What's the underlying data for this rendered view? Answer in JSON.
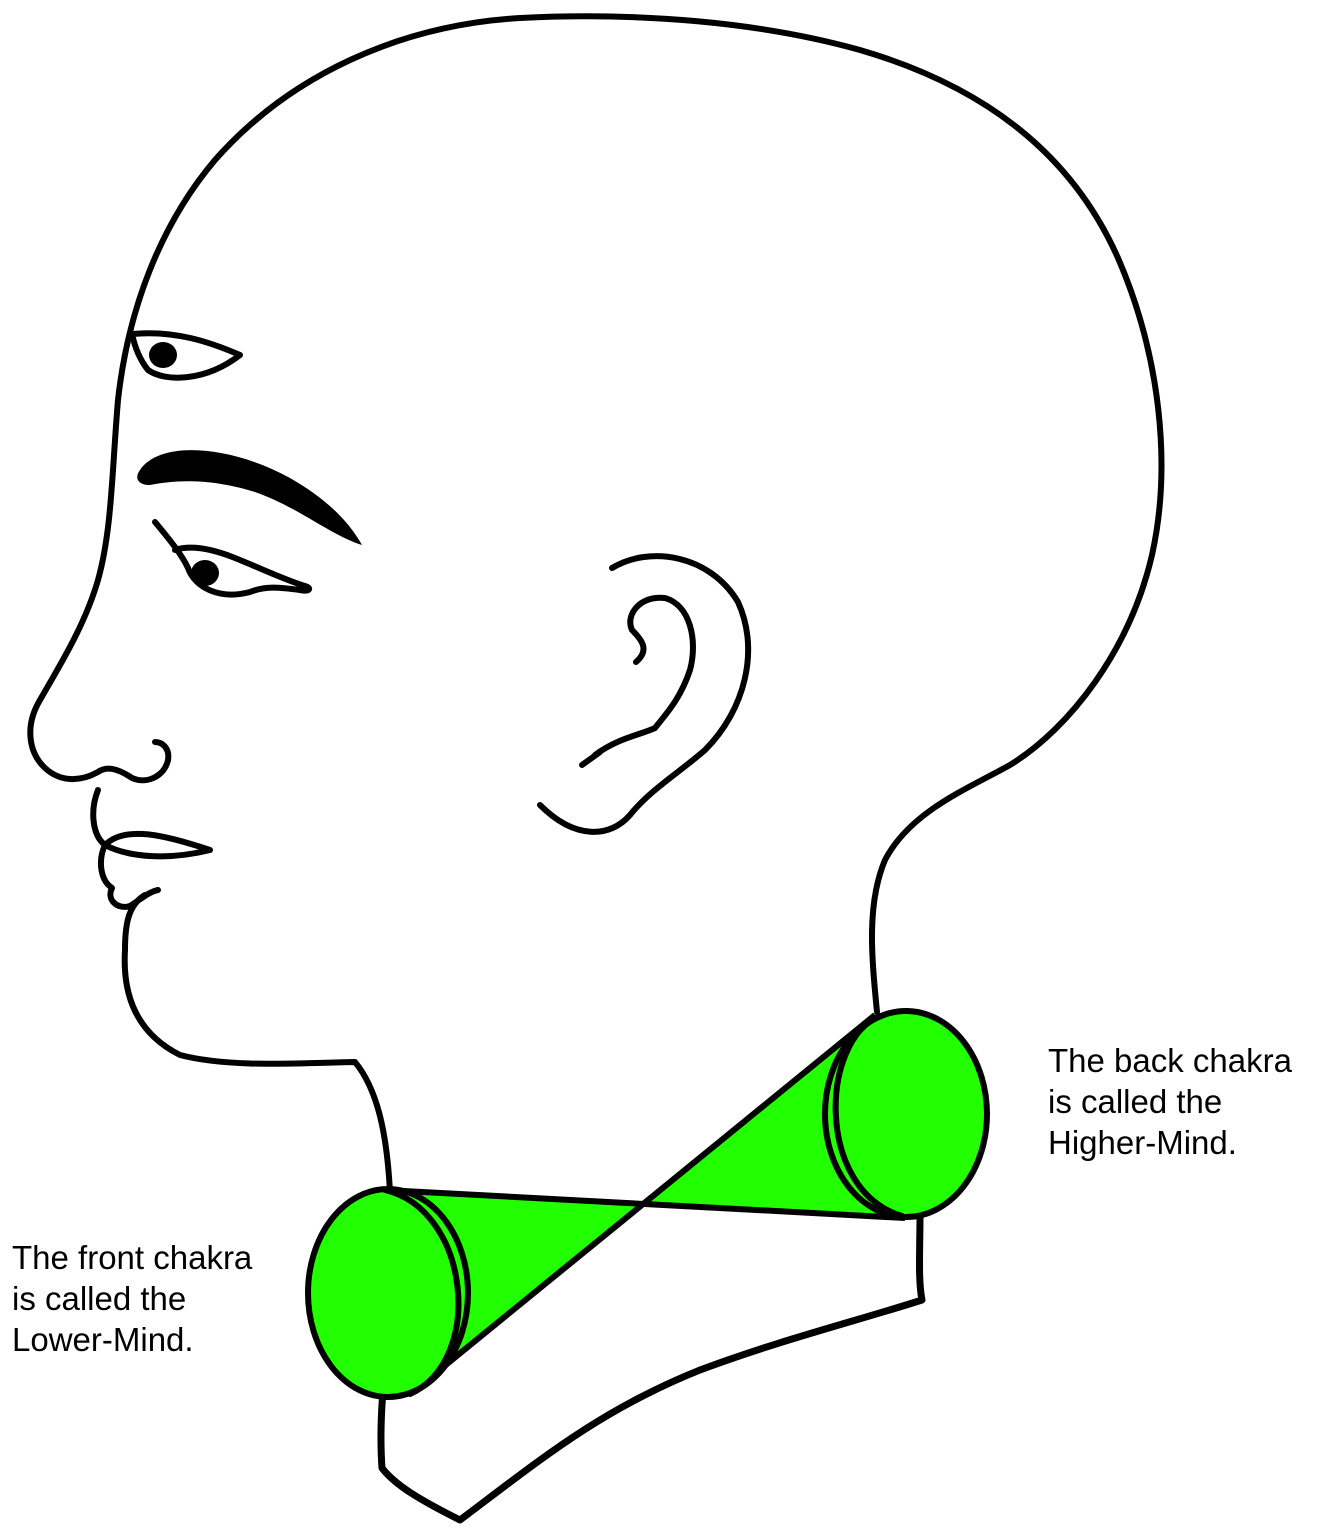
{
  "colors": {
    "outline": "#000000",
    "chakra_fill": "#22ff00",
    "background": "#ffffff"
  },
  "captions": {
    "back": {
      "line1": "The back chakra",
      "line2": "is called the",
      "line3": "Higher-Mind."
    },
    "front": {
      "line1": "The front chakra",
      "line2": "is called the",
      "line3": "Lower-Mind."
    }
  }
}
